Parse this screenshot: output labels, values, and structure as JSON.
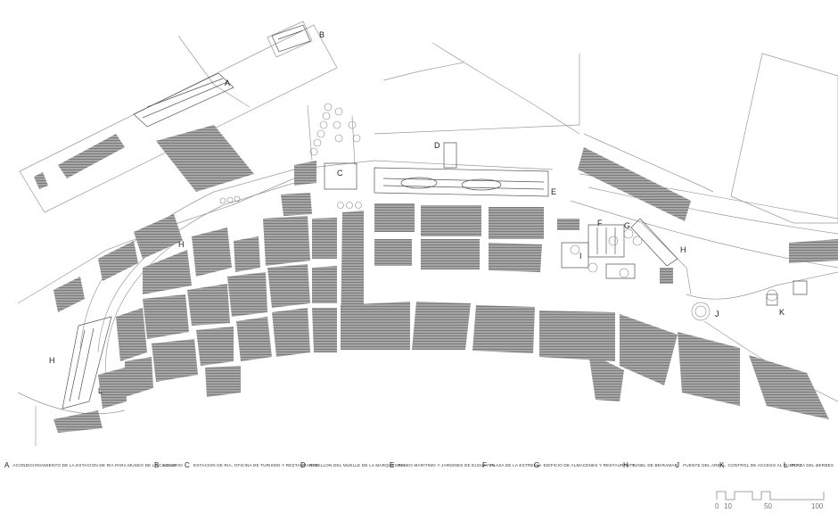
{
  "map_labels": {
    "A": "A",
    "B": "B",
    "C": "C",
    "D": "D",
    "E": "E",
    "F": "F",
    "G": "G",
    "H": "H",
    "I": "I",
    "J": "J",
    "K": "K",
    "L": "L"
  },
  "legend": [
    {
      "key": "A",
      "text": "Acondicionamiento de la estacion de RIA para museo de la ciudad"
    },
    {
      "key": "B",
      "text": "Acuario"
    },
    {
      "key": "C",
      "text": "Estacion de RIA, oficina de turismo y restaurante"
    },
    {
      "key": "D",
      "text": "Pabellon del muelle de la marquesina"
    },
    {
      "key": "E",
      "text": "Paseo maritimo y jardines de Elduayen"
    },
    {
      "key": "F",
      "text": "Plaza de la estrella"
    },
    {
      "key": "G",
      "text": "Edificio de almacenes y restaurante"
    },
    {
      "key": "H",
      "text": "Tunel de Beiramar"
    },
    {
      "key": "J",
      "text": "Fuente del areal"
    },
    {
      "key": "K",
      "text": "Control de acceso al puerto"
    },
    {
      "key": "L",
      "text": "Plaza del Berbes"
    }
  ],
  "scale": {
    "t0": "0",
    "t10": "10",
    "t50": "50",
    "t100": "100"
  },
  "colors": {
    "block_fill": "#8a8a8a",
    "outline": "#9a9a9a"
  }
}
